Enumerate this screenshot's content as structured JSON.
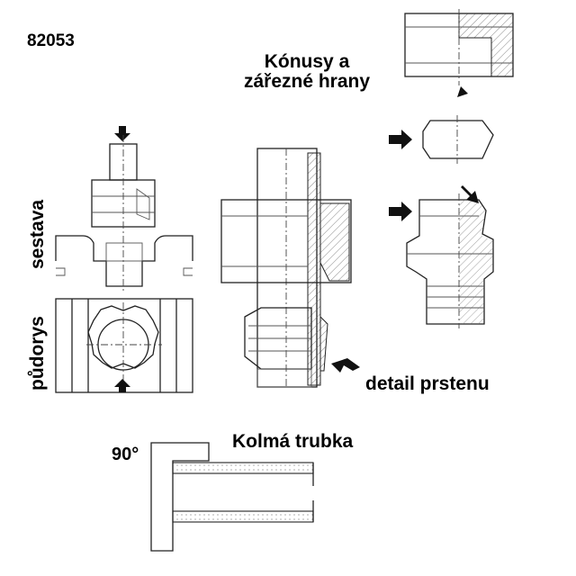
{
  "labels": {
    "code": "82053",
    "cones_line1": "Kónusy a",
    "cones_line2": "zářezné hrany",
    "assembly": "sestava",
    "plan_view": "půdorys",
    "ring_detail": "detail prstenu",
    "perpendicular_tube": "Kolmá trubka",
    "angle": "90°"
  },
  "colors": {
    "line": "#222222",
    "hatch": "#555555",
    "background": "#ffffff"
  }
}
